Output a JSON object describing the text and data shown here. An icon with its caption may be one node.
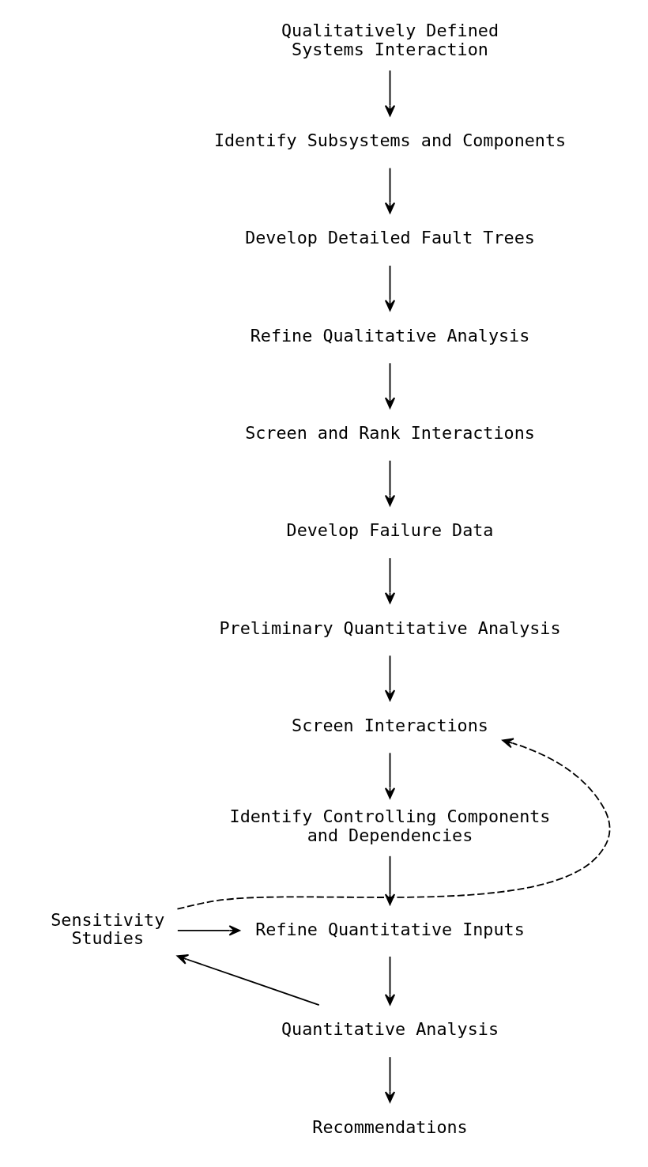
{
  "diagram": {
    "nodes": [
      {
        "text": [
          "Qualitatively Defined Systems Interaction"
        ]
      },
      {
        "text": [
          "Identify Subsystems and Components"
        ]
      },
      {
        "text": [
          "Develop Detailed Fault Trees"
        ]
      },
      {
        "text": [
          "Refine Qualitative Analysis"
        ]
      },
      {
        "text": [
          "Screen and Rank Interactions"
        ]
      },
      {
        "text": [
          "Develop Failure Data"
        ]
      },
      {
        "text": [
          "Preliminary Quantitative Analysis"
        ]
      },
      {
        "text": [
          "Screen Interactions"
        ]
      },
      {
        "text": [
          "Identify Controlling Components and Dependencies"
        ]
      },
      {
        "text": [
          "Sensitivity Studies"
        ]
      },
      {
        "text": [
          "Refine Quantitative Inputs"
        ]
      },
      {
        "text": [
          "Quantitative Analysis"
        ]
      },
      {
        "text": [
          "Recommendations"
        ]
      }
    ],
    "edges": [
      {
        "from": 0,
        "to": 1,
        "arrow": "to"
      },
      {
        "from": 1,
        "to": 2,
        "arrow": "to"
      },
      {
        "from": 2,
        "to": 3,
        "arrow": "to"
      },
      {
        "from": 3,
        "to": 4,
        "arrow": "to"
      },
      {
        "from": 4,
        "to": 5,
        "arrow": "to"
      },
      {
        "from": 5,
        "to": 6,
        "arrow": "to"
      },
      {
        "from": 6,
        "to": 7,
        "arrow": "to"
      },
      {
        "from": 7,
        "to": 8,
        "arrow": "to"
      },
      {
        "from": 8,
        "to": 10,
        "arrow": "to"
      },
      {
        "from": 10,
        "to": 11,
        "arrow": "to"
      },
      {
        "from": 11,
        "to": 12,
        "arrow": "to"
      },
      {
        "from": 11,
        "to": 9,
        "arrow": "to"
      },
      {
        "from": 9,
        "to": 10,
        "arrow": "to"
      },
      {
        "from": 9,
        "to": 7,
        "arrow": "to",
        "style": "dashed"
      }
    ]
  }
}
